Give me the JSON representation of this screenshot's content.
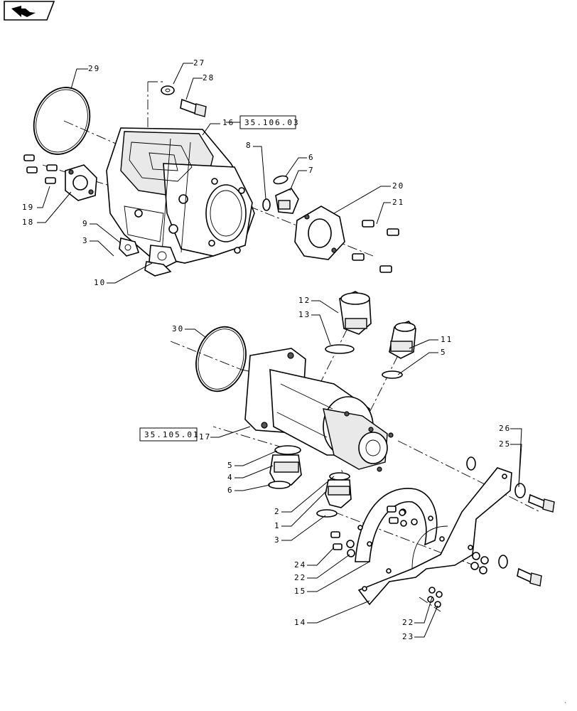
{
  "nav_icon": {
    "name": "back-arrow-icon"
  },
  "references": {
    "ref_top": "35.106.03",
    "ref_bottom": "35.105.01"
  },
  "labels": {
    "l29": "29",
    "l27": "27",
    "l28": "28",
    "l16": "16",
    "l8": "8",
    "l6a": "6",
    "l7": "7",
    "l20": "20",
    "l21": "21",
    "l19": "19",
    "l18": "18",
    "l9": "9",
    "l3a": "3",
    "l10": "10",
    "l12": "12",
    "l13": "13",
    "l11": "11",
    "l5a": "5",
    "l30": "30",
    "l17": "17",
    "l5b": "5",
    "l4": "4",
    "l6b": "6",
    "l2": "2",
    "l1": "1",
    "l3b": "3",
    "l26": "26",
    "l25": "25",
    "l24": "24",
    "l22a": "22",
    "l15": "15",
    "l14": "14",
    "l22b": "22",
    "l23": "23"
  }
}
